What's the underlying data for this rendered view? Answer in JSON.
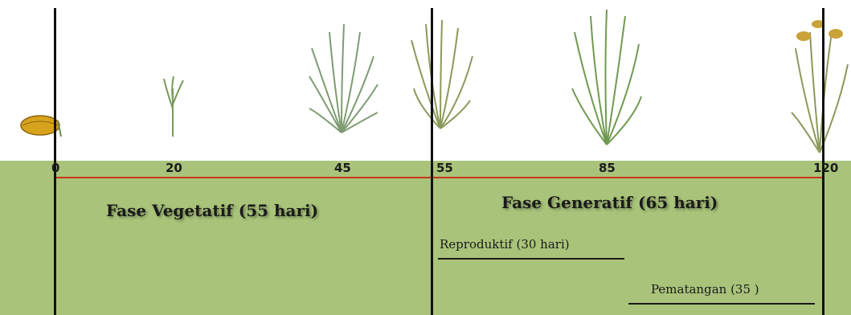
{
  "ticks": [
    "0",
    "20",
    "45",
    "55",
    "85",
    "120"
  ],
  "phases": {
    "vegetative": "Fase Vegetatif (55 hari)",
    "generative": "Fase Generatif (65 hari)"
  },
  "subphases": {
    "reproductive": "Reproduktif (30 hari)",
    "ripening": "Pematangan (35 )"
  },
  "icons": [
    "rice-grain-icon",
    "seedling-icon",
    "tillering-plant-icon",
    "rice-plant-icon",
    "flowering-plant-icon",
    "mature-plant-icon"
  ],
  "colors": {
    "background_top": "#ffffff",
    "background_bottom": "#a9c47a",
    "timeline": "#c8341f",
    "plant": "#6b8c4a",
    "grain": "#d8a31c"
  }
}
